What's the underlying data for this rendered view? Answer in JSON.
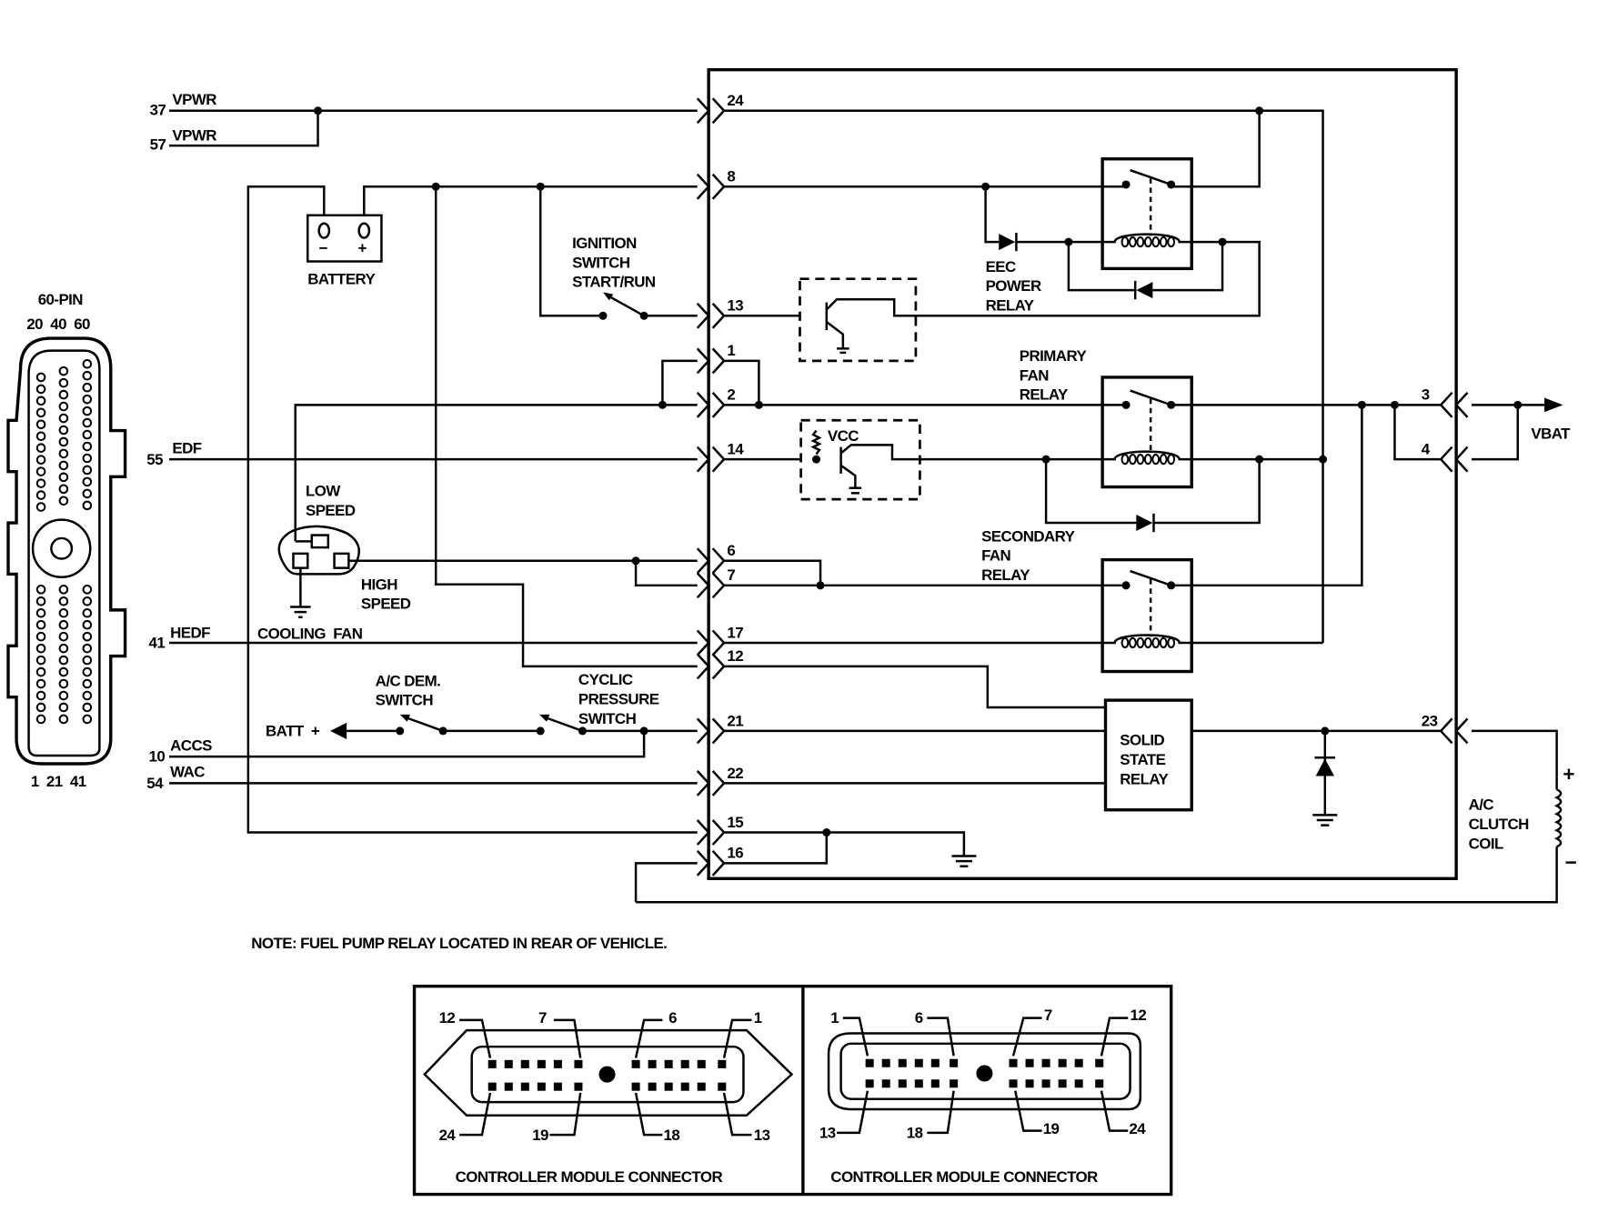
{
  "colors": {
    "line": "#000000",
    "background": "#ffffff"
  },
  "harness": {
    "pins": [
      {
        "num": "37",
        "label": "VPWR"
      },
      {
        "num": "57",
        "label": "VPWR"
      },
      {
        "num": "55",
        "label": "EDF"
      },
      {
        "num": "41",
        "label": "HEDF"
      },
      {
        "num": "10",
        "label": "ACCS"
      },
      {
        "num": "54",
        "label": "WAC"
      }
    ]
  },
  "pcm_connector": {
    "title": "60-PIN",
    "top_pins": "20  40  60",
    "bottom_pins": "1  21  41"
  },
  "components": {
    "battery": "BATTERY",
    "battery_minus": "−",
    "battery_plus": "+",
    "ignition": [
      "IGNITION",
      "SWITCH",
      "START/RUN"
    ],
    "eec_relay": [
      "EEC",
      "POWER",
      "RELAY"
    ],
    "primary_relay": [
      "PRIMARY",
      "FAN",
      "RELAY"
    ],
    "secondary_relay": [
      "SECONDARY",
      "FAN",
      "RELAY"
    ],
    "vcc": "VCC",
    "low_speed": [
      "LOW",
      "SPEED"
    ],
    "high_speed": [
      "HIGH",
      "SPEED"
    ],
    "cooling_fan": "COOLING  FAN",
    "ac_dem": [
      "A/C DEM.",
      "SWITCH"
    ],
    "cyclic": [
      "CYCLIC",
      "PRESSURE",
      "SWITCH"
    ],
    "batt_plus": "BATT  +",
    "ssr": [
      "SOLID",
      "STATE",
      "RELAY"
    ],
    "ac_clutch": [
      "A/C",
      "CLUTCH",
      "COIL"
    ],
    "coil_plus": "+",
    "coil_minus": "−",
    "vbat": "VBAT"
  },
  "module_pins": {
    "left": [
      "24",
      "8",
      "13",
      "1",
      "2",
      "14",
      "6",
      "7",
      "17",
      "12",
      "21",
      "22",
      "15",
      "16"
    ],
    "right": [
      "3",
      "4",
      "23"
    ]
  },
  "note": "NOTE: FUEL PUMP RELAY LOCATED IN REAR OF VEHICLE.",
  "connectors": [
    {
      "title": "CONTROLLER MODULE CONNECTOR",
      "labels": [
        "12",
        "7",
        "6",
        "1",
        "24",
        "19",
        "18",
        "13"
      ]
    },
    {
      "title": "CONTROLLER MODULE CONNECTOR",
      "labels": [
        "1",
        "6",
        "7",
        "12",
        "13",
        "18",
        "19",
        "24"
      ]
    }
  ]
}
